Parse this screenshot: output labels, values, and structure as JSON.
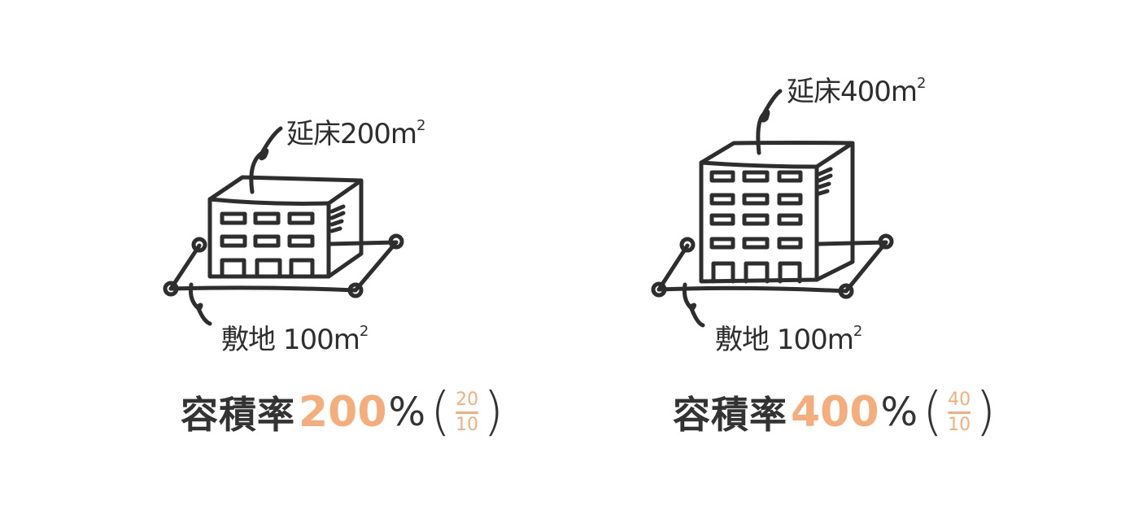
{
  "colors": {
    "ink": "#2e2e2e",
    "accent": "#f5ae7b",
    "background": "#ffffff"
  },
  "panels": [
    {
      "id": "left",
      "floor_area_label": "延床",
      "floor_area_value": "200m",
      "floor_area_exp": "2",
      "site_area_label": "敷地",
      "site_area_value": "100m",
      "site_area_exp": "2",
      "floors": 3,
      "ratio_label": "容積率",
      "ratio_value": "200",
      "ratio_unit": "%",
      "paren_open": "(",
      "paren_close": ")",
      "fraction_numerator": "20",
      "fraction_denominator": "10"
    },
    {
      "id": "right",
      "floor_area_label": "延床",
      "floor_area_value": "400m",
      "floor_area_exp": "2",
      "site_area_label": "敷地",
      "site_area_value": "100m",
      "site_area_exp": "2",
      "floors": 5,
      "ratio_label": "容積率",
      "ratio_value": "400",
      "ratio_unit": "%",
      "paren_open": "(",
      "paren_close": ")",
      "fraction_numerator": "40",
      "fraction_denominator": "10"
    }
  ]
}
